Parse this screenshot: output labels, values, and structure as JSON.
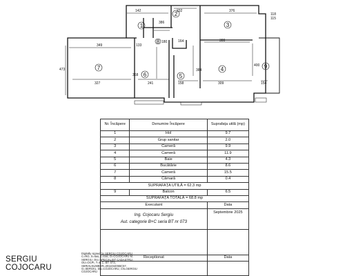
{
  "plan": {
    "dims": {
      "d142": "142",
      "d232": "232",
      "d376": "376",
      "d118": "118",
      "d115": "115",
      "d386": "386",
      "d300": "300",
      "d164": "164",
      "d180": "180",
      "d133": "133",
      "d349": "349",
      "d473": "473",
      "d368": "368",
      "d384": "384",
      "d400": "400",
      "d327": "327",
      "d241": "241",
      "d158": "158",
      "d309": "309",
      "d154": "154"
    },
    "rooms": [
      "1",
      "2",
      "3",
      "4",
      "5",
      "6",
      "7",
      "8",
      "9"
    ]
  },
  "table": {
    "head": {
      "nr": "Nr. Încăpere",
      "name": "Denumire Încăpere",
      "area": "Suprafața utilă (mp)"
    },
    "rows": [
      {
        "nr": "1",
        "name": "Hol",
        "area": "9.7"
      },
      {
        "nr": "2",
        "name": "Grup sanitar",
        "area": "2.0"
      },
      {
        "nr": "3",
        "name": "Cameră",
        "area": "9.9"
      },
      {
        "nr": "4",
        "name": "Cameră",
        "area": "11.9"
      },
      {
        "nr": "5",
        "name": "Baie",
        "area": "4.3"
      },
      {
        "nr": "6",
        "name": "Bucătărie",
        "area": "8.6"
      },
      {
        "nr": "7",
        "name": "Cameră",
        "area": "15.5"
      },
      {
        "nr": "8",
        "name": "Cămară",
        "area": "0.4"
      }
    ],
    "util_total": "SUPRAFAȚA UTILĂ = 62.3 mp",
    "balcony": {
      "nr": "9",
      "name": "Balcon",
      "area": "6.5"
    },
    "total": "SUPRAFAȚA TOTALĂ = 68.8 mp",
    "exec_label": "Executant",
    "date_label": "Data",
    "engineer": "Ing. Cojocaru Sergiu",
    "authorization": "Aut. categorie B+C seria BT nr 073",
    "date_value": "Septembrie 2025",
    "recept_label": "Receptionat",
    "date_label2": "Data"
  },
  "signature": {
    "line1": "SERGIU",
    "line2": "COJOCARU",
    "digital": [
      "Digitally signed by SERGIU COJOCARU",
      "C=RO, S=Iasi, L=Iasi, O=COJOCARU M.",
      "SERGIU, OU=SPECIALIST CADASTRU,",
      "OU=OCPI, T=B.C. BT. 073,",
      "SERIALNUMBER=2011042065C57,",
      "G=SERGIU, SN=COJOCARU, CN=SERGIU",
      "COJOCARU"
    ]
  }
}
